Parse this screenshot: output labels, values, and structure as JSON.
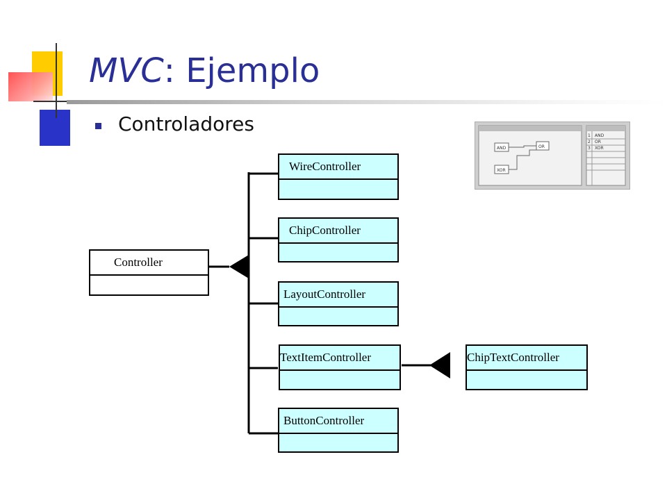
{
  "slide": {
    "title_part1": "MVC",
    "title_part2": ": Ejemplo",
    "bullet": "Controladores"
  },
  "classes": {
    "controller": "Controller",
    "wire": "WireController",
    "chip": "ChipController",
    "layout": "LayoutController",
    "textitem": "TextItemController",
    "button": "ButtonController",
    "chiptext": "ChipTextController"
  },
  "thumbnail": {
    "gates": [
      "AND",
      "OR",
      "XOR"
    ],
    "list_numbers": [
      "1",
      "2",
      "3"
    ]
  },
  "colors": {
    "title": "#2a2f95",
    "class_fill": "#ccffff",
    "accent_yellow": "#ffcc00",
    "accent_blue": "#2a33c8",
    "accent_red": "#ff4a4a"
  }
}
